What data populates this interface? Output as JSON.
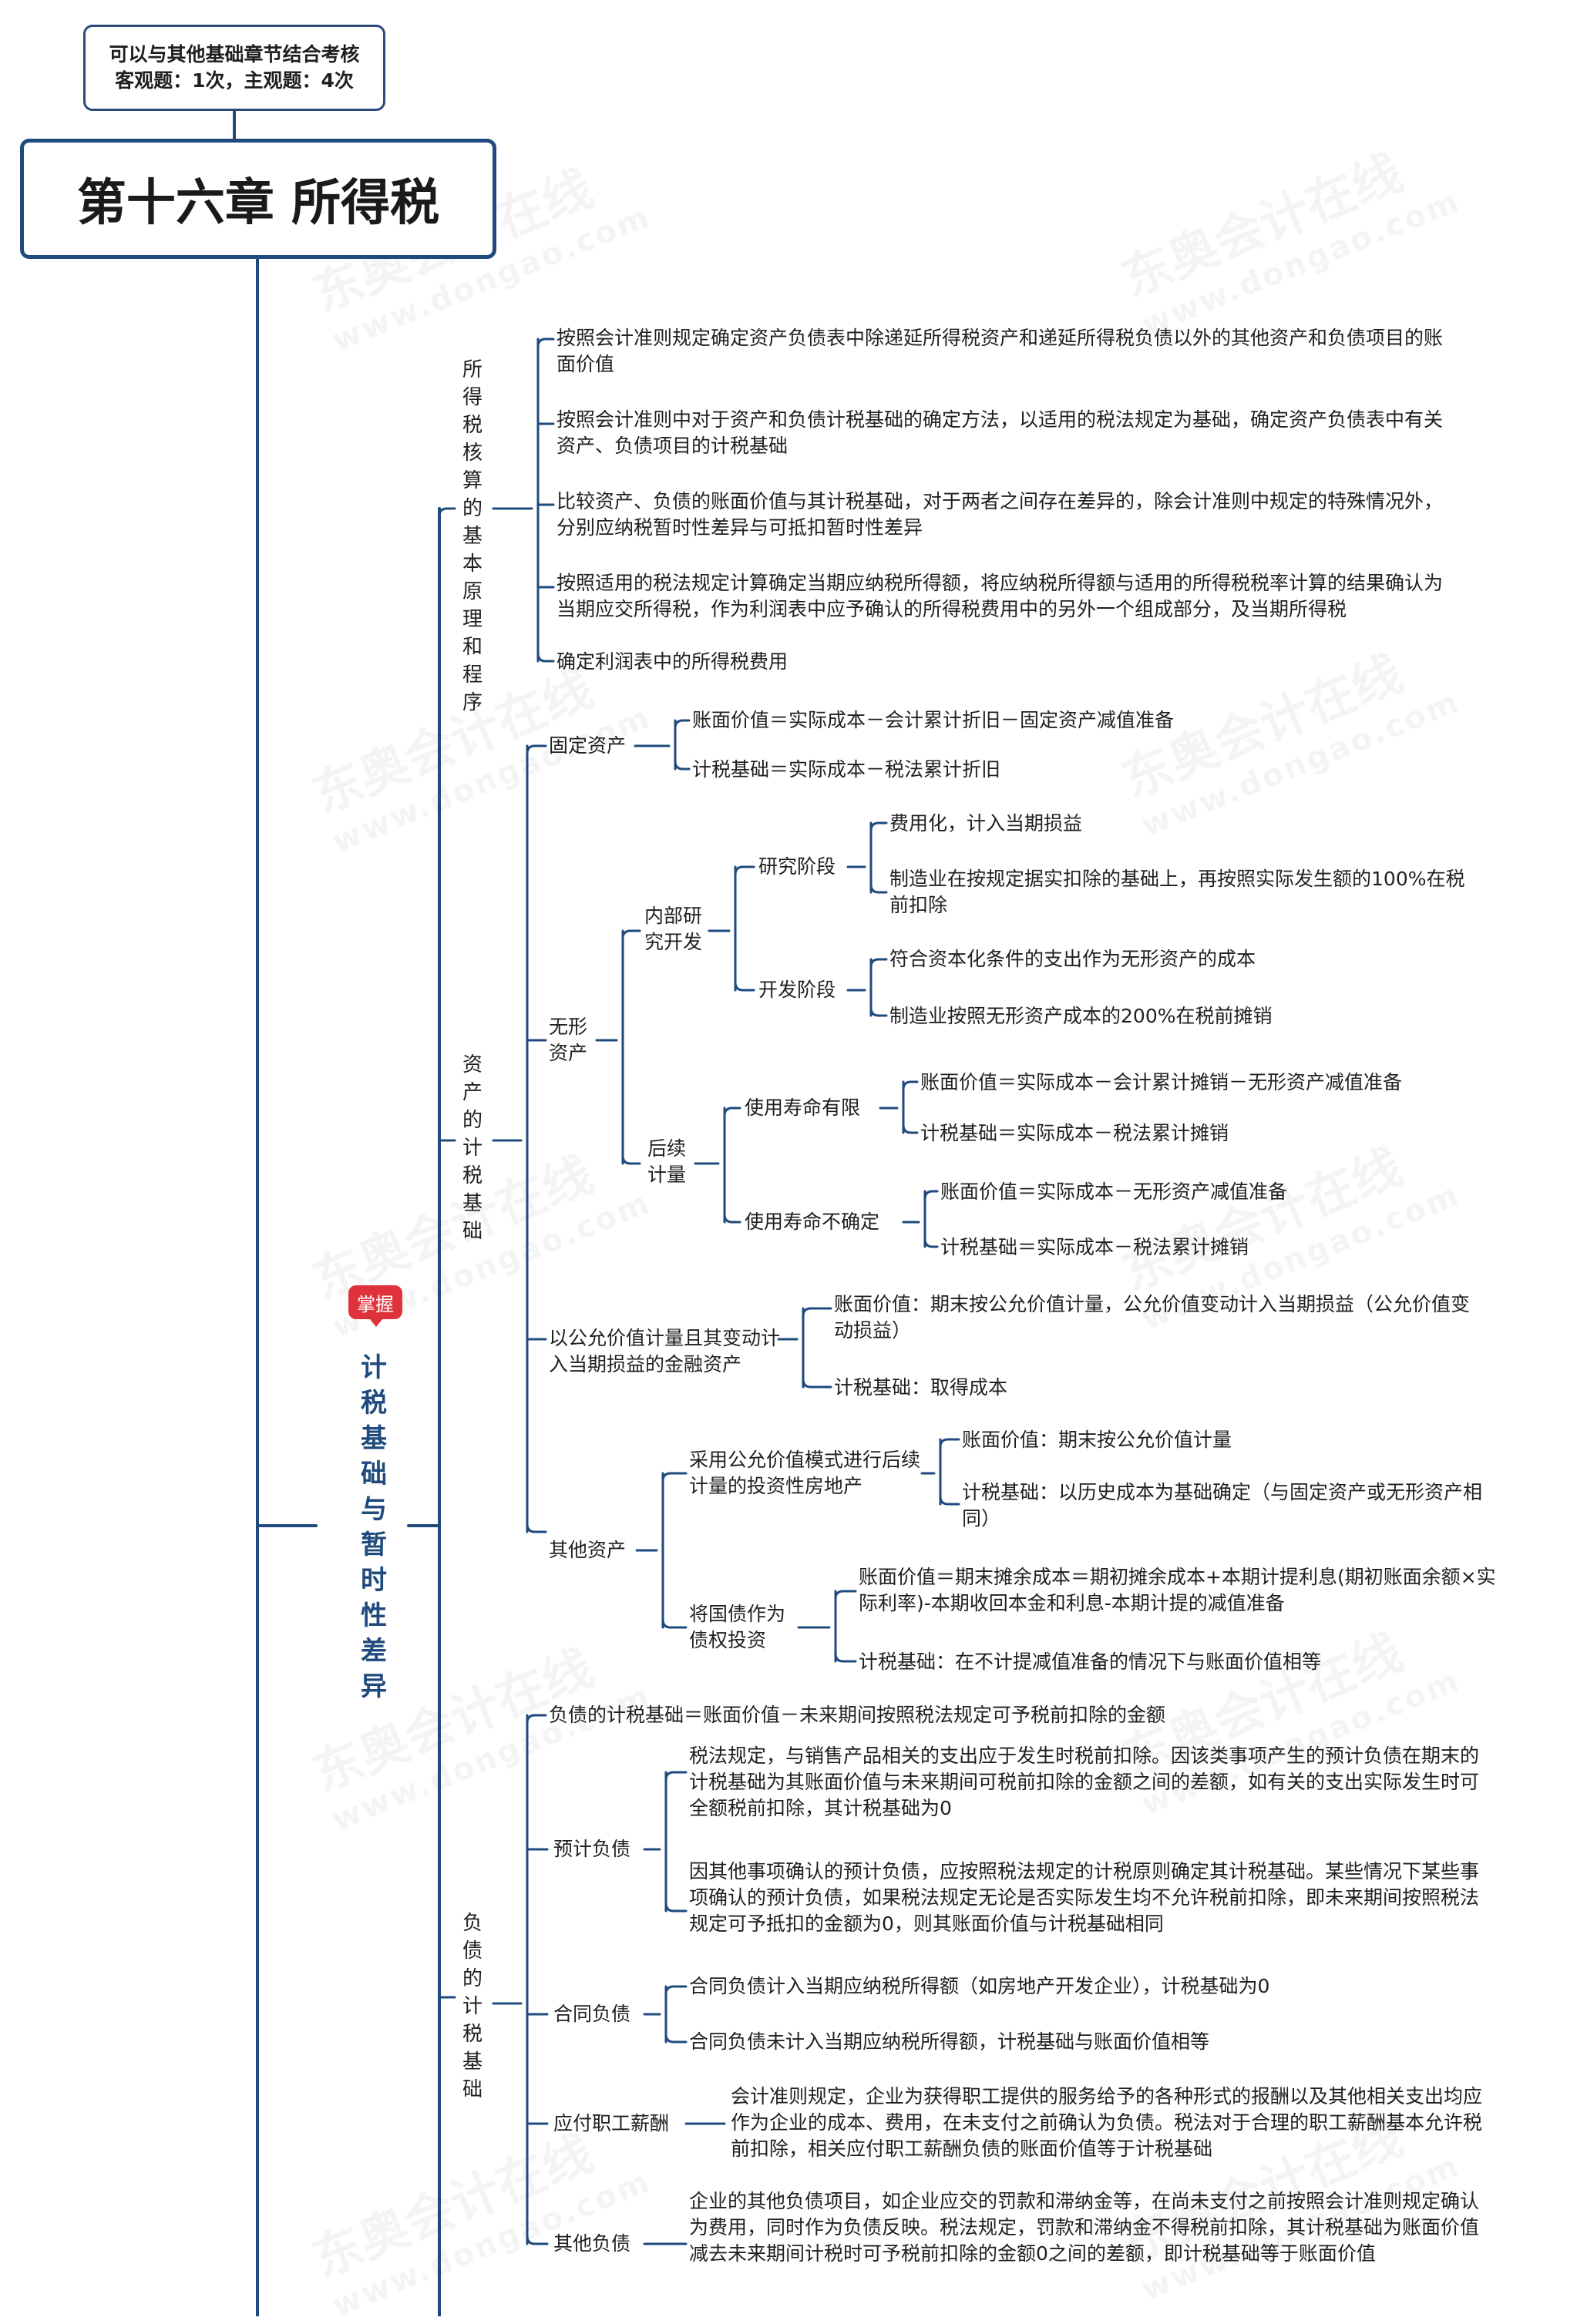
{
  "header": {
    "note_line1": "可以与其他基础章节结合考核",
    "note_line2": "客观题：1次，主观题：4次",
    "chapter_title": "第十六章 所得税"
  },
  "watermark": {
    "brand": "东奥会计在线",
    "url": "www.dongao.com"
  },
  "topic": {
    "badge": "掌握",
    "title": "计税基础与暂时性差异"
  },
  "principles": {
    "title": "所得税核算的基本原理和程序",
    "items": [
      "按照会计准则规定确定资产负债表中除递延所得税资产和递延所得税负债以外的其他资产和负债项目的账面价值",
      "按照会计准则中对于资产和负债计税基础的确定方法，以适用的税法规定为基础，确定资产负债表中有关资产、负债项目的计税基础",
      "比较资产、负债的账面价值与其计税基础，对于两者之间存在差异的，除会计准则中规定的特殊情况外，分别应纳税暂时性差异与可抵扣暂时性差异",
      "按照适用的税法规定计算确定当期应纳税所得额，将应纳税所得额与适用的所得税税率计算的结果确认为当期应交所得税，作为利润表中应予确认的所得税费用中的另外一个组成部分，及当期所得税",
      "确定利润表中的所得税费用"
    ]
  },
  "asset_basis": {
    "title": "资产的计税基础",
    "fixed": {
      "label": "固定资产",
      "book": "账面价值＝实际成本－会计累计折旧－固定资产减值准备",
      "tax": "计税基础＝实际成本－税法累计折旧"
    },
    "intangible": {
      "label": "无形资产",
      "internal": {
        "label": "内部研究开发",
        "research": {
          "label": "研究阶段",
          "a": "费用化，计入当期损益",
          "b": "制造业在按规定据实扣除的基础上，再按照实际发生额的100%在税前扣除"
        },
        "development": {
          "label": "开发阶段",
          "a": "符合资本化条件的支出作为无形资产的成本",
          "b": "制造业按照无形资产成本的200%在税前摊销"
        }
      },
      "subsequent": {
        "label": "后续计量",
        "finite": {
          "label": "使用寿命有限",
          "book": "账面价值＝实际成本－会计累计摊销－无形资产减值准备",
          "tax": "计税基础＝实际成本－税法累计摊销"
        },
        "indefinite": {
          "label": "使用寿命不确定",
          "book": "账面价值＝实际成本－无形资产减值准备",
          "tax": "计税基础＝实际成本－税法累计摊销"
        }
      }
    },
    "fvtpl": {
      "label": "以公允价值计量且其变动计入当期损益的金融资产",
      "book": "账面价值：期末按公允价值计量，公允价值变动计入当期损益（公允价值变动损益）",
      "tax": "计税基础：取得成本"
    },
    "other": {
      "label": "其他资产",
      "property": {
        "label": "采用公允价值模式进行后续计量的投资性房地产",
        "book": "账面价值：期末按公允价值计量",
        "tax": "计税基础：以历史成本为基础确定（与固定资产或无形资产相同）"
      },
      "bonds": {
        "label": "将国债作为债权投资",
        "book": "账面价值＝期末摊余成本＝期初摊余成本+本期计提利息(期初账面余额×实际利率)-本期收回本金和利息-本期计提的减值准备",
        "tax": "计税基础：在不计提减值准备的情况下与账面价值相等"
      }
    }
  },
  "liability_basis": {
    "title": "负债的计税基础",
    "formula": "负债的计税基础＝账面价值－未来期间按照税法规定可予税前扣除的金额",
    "provision": {
      "label": "预计负债",
      "a": "税法规定，与销售产品相关的支出应于发生时税前扣除。因该类事项产生的预计负债在期末的计税基础为其账面价值与未来期间可税前扣除的金额之间的差额，如有关的支出实际发生时可全额税前扣除，其计税基础为0",
      "b": "因其他事项确认的预计负债，应按照税法规定的计税原则确定其计税基础。某些情况下某些事项确认的预计负债，如果税法规定无论是否实际发生均不允许税前扣除，即未来期间按照税法规定可予抵扣的金额为0，则其账面价值与计税基础相同"
    },
    "contract": {
      "label": "合同负债",
      "a": "合同负债计入当期应纳税所得额（如房地产开发企业），计税基础为0",
      "b": "合同负债未计入当期应纳税所得额，计税基础与账面价值相等"
    },
    "payroll": {
      "label": "应付职工薪酬",
      "text": "会计准则规定，企业为获得职工提供的服务给予的各种形式的报酬以及其他相关支出均应作为企业的成本、费用，在未支付之前确认为负债。税法对于合理的职工薪酬基本允许税前扣除，相关应付职工薪酬负债的账面价值等于计税基础"
    },
    "other": {
      "label": "其他负债",
      "text": "企业的其他负债项目，如企业应交的罚款和滞纳金等，在尚未支付之前按照会计准则规定确认为费用，同时作为负债反映。税法规定，罚款和滞纳金不得税前扣除，其计税基础为账面价值减去未来期间计税时可予税前扣除的金额0之间的差额，即计税基础等于账面价值"
    }
  }
}
